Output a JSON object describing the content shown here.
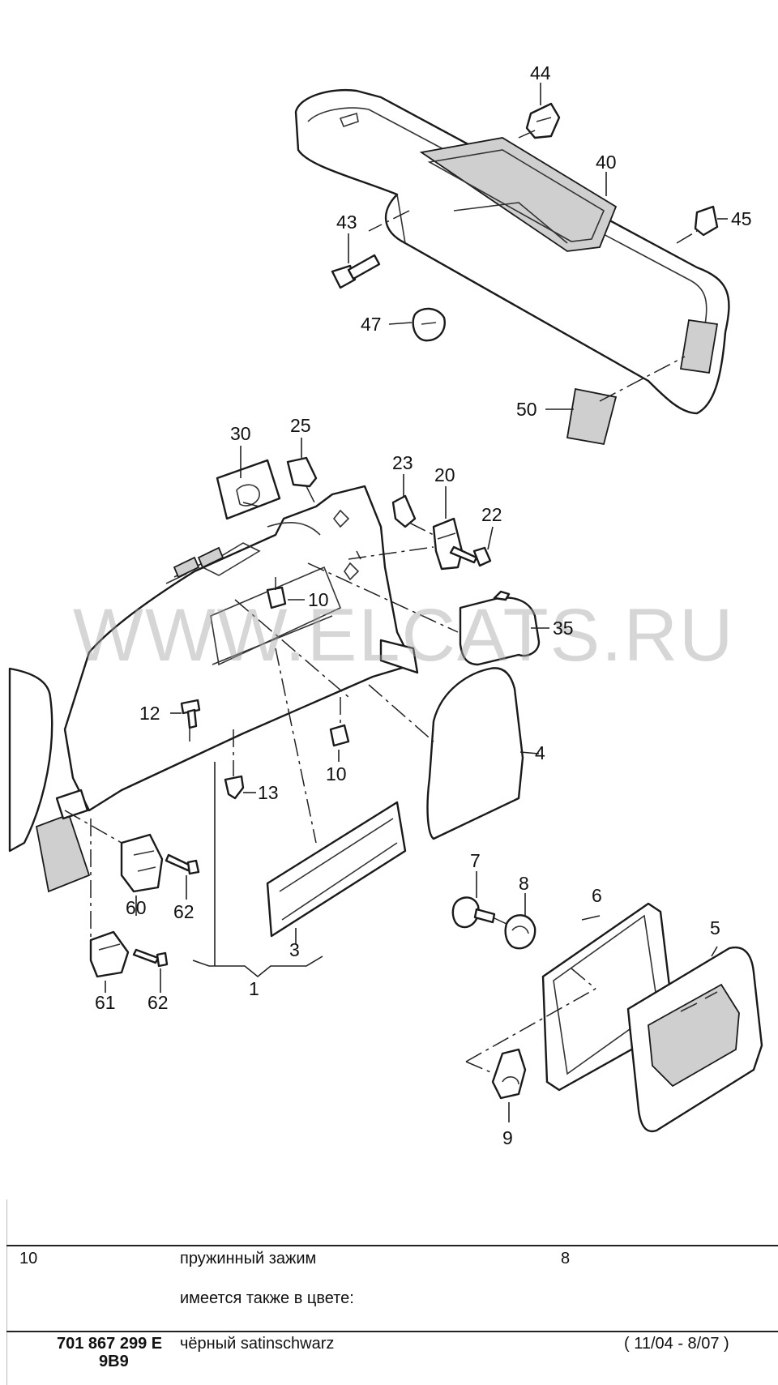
{
  "watermark": "WWW.ELCATS.RU",
  "callouts": {
    "c1": "1",
    "c3": "3",
    "c4": "4",
    "c5": "5",
    "c6": "6",
    "c7": "7",
    "c8": "8",
    "c9": "9",
    "c10a": "10",
    "c10b": "10",
    "c12": "12",
    "c13": "13",
    "c20": "20",
    "c22": "22",
    "c23": "23",
    "c25": "25",
    "c30": "30",
    "c35": "35",
    "c40": "40",
    "c43": "43",
    "c44": "44",
    "c45": "45",
    "c47": "47",
    "c50": "50",
    "c60": "60",
    "c61": "61",
    "c62a": "62",
    "c62b": "62"
  },
  "table": {
    "row1": {
      "position": "10",
      "description": "пружинный зажим",
      "quantity": "8",
      "note": "имеется также в цвете:"
    },
    "row2": {
      "part_number": "701 867 299 E",
      "color_code": "9B9",
      "color_name": "чёрный satinschwarz",
      "date_range": "( 11/04 - 8/07 )"
    }
  }
}
